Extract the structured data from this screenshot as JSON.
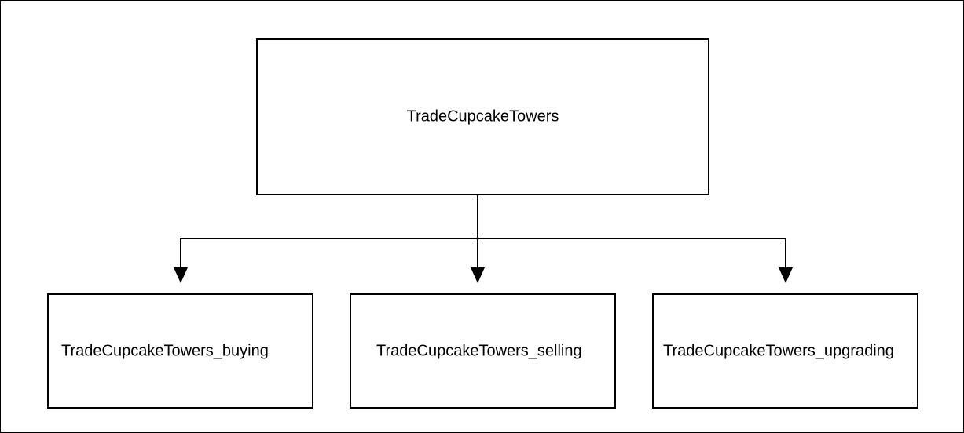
{
  "diagram": {
    "root": {
      "label": "TradeCupcakeTowers"
    },
    "children": [
      {
        "label": "TradeCupcakeTowers_buying"
      },
      {
        "label": "TradeCupcakeTowers_selling"
      },
      {
        "label": "TradeCupcakeTowers_upgrading"
      }
    ],
    "colors": {
      "stroke": "#000000",
      "fill": "#ffffff"
    }
  }
}
